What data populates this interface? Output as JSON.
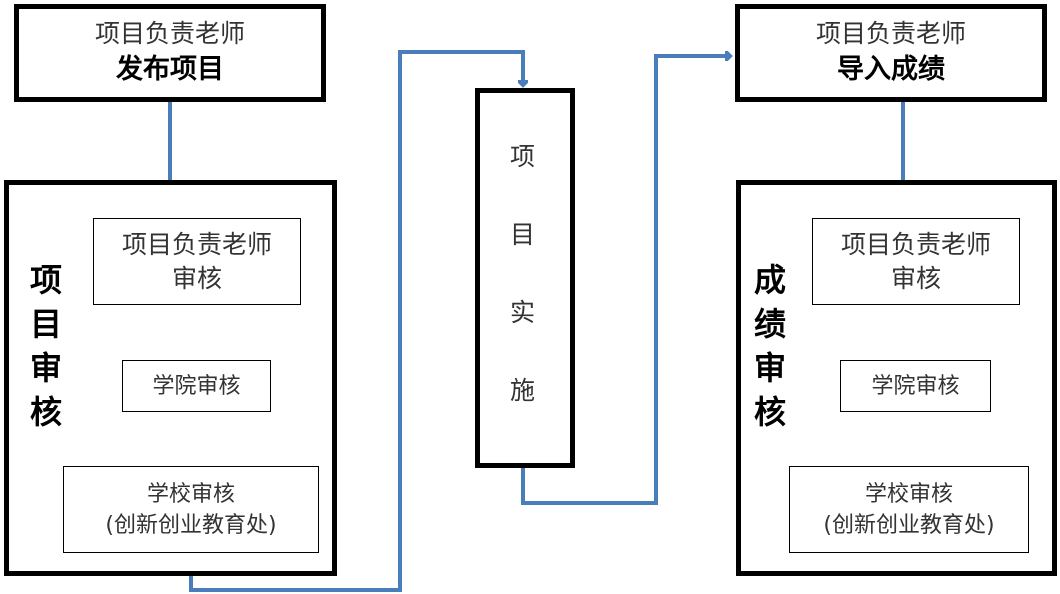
{
  "publish": {
    "line1": "项目负责老师",
    "line2": "发布项目"
  },
  "review": {
    "vertical_title": [
      "项",
      "目",
      "审",
      "核"
    ],
    "teacher_review": {
      "line1": "项目负责老师",
      "line2": "审核"
    },
    "college_review": "学院审核",
    "school_review": {
      "line1": "学校审核",
      "line2": "(创新创业教育处)"
    }
  },
  "implementation": {
    "vertical_title": [
      "项",
      "目",
      "实",
      "施"
    ]
  },
  "import_grades": {
    "line1": "项目负责老师",
    "line2": "导入成绩"
  },
  "grade_review": {
    "vertical_title": [
      "成",
      "绩",
      "审",
      "核"
    ],
    "teacher_review": {
      "line1": "项目负责老师",
      "line2": "审核"
    },
    "college_review": "学院审核",
    "school_review": {
      "line1": "学校审核",
      "line2": "(创新创业教育处)"
    }
  },
  "colors": {
    "arrow": "#4A7EBB",
    "border": "#000000"
  }
}
